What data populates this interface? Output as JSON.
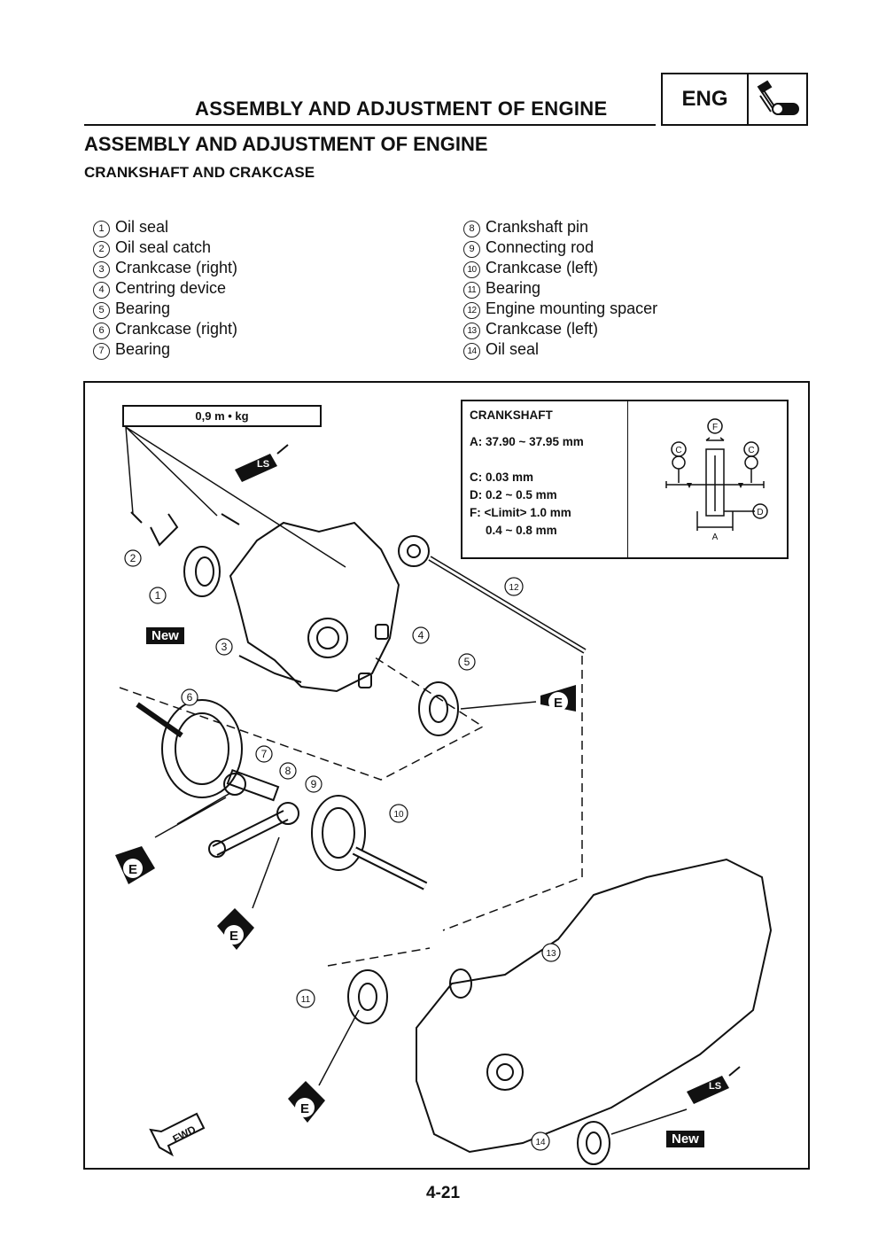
{
  "header": {
    "title": "ASSEMBLY AND ADJUSTMENT OF ENGINE",
    "badge": "ENG",
    "badge_icon": "engine-wrench-icon"
  },
  "section": {
    "title": "ASSEMBLY AND ADJUSTMENT OF ENGINE",
    "subtitle": "CRANKSHAFT AND CRAKCASE"
  },
  "parts_left": [
    {
      "n": "1",
      "label": "Oil seal"
    },
    {
      "n": "2",
      "label": "Oil seal catch"
    },
    {
      "n": "3",
      "label": "Crankcase (right)"
    },
    {
      "n": "4",
      "label": "Centring device"
    },
    {
      "n": "5",
      "label": "Bearing"
    },
    {
      "n": "6",
      "label": "Crankcase (right)"
    },
    {
      "n": "7",
      "label": "Bearing"
    }
  ],
  "parts_right": [
    {
      "n": "8",
      "label": "Crankshaft pin"
    },
    {
      "n": "9",
      "label": "Connecting rod"
    },
    {
      "n": "10",
      "label": "Crankcase (left)"
    },
    {
      "n": "11",
      "label": "Bearing"
    },
    {
      "n": "12",
      "label": "Engine mounting spacer"
    },
    {
      "n": "13",
      "label": "Crankcase (left)"
    },
    {
      "n": "14",
      "label": "Oil seal"
    }
  ],
  "diagram": {
    "torque": "0,9 m • kg",
    "new_label": "New",
    "lube_ls": "LS",
    "lube_e": "E",
    "fwd": "FWD",
    "callouts": [
      "1",
      "2",
      "3",
      "4",
      "5",
      "6",
      "7",
      "8",
      "9",
      "10",
      "11",
      "12",
      "13",
      "14"
    ]
  },
  "spec": {
    "title": "CRANKSHAFT",
    "a": "A: 37.90 ~ 37.95 mm",
    "c": "C: 0.03 mm",
    "d": "D: 0.2 ~ 0.5 mm",
    "f": "F: <Limit> 1.0 mm",
    "f2": "0.4 ~ 0.8 mm",
    "fig_labels": {
      "f": "F",
      "c": "C",
      "d": "D",
      "a": "A"
    }
  },
  "page_number": "4-21"
}
